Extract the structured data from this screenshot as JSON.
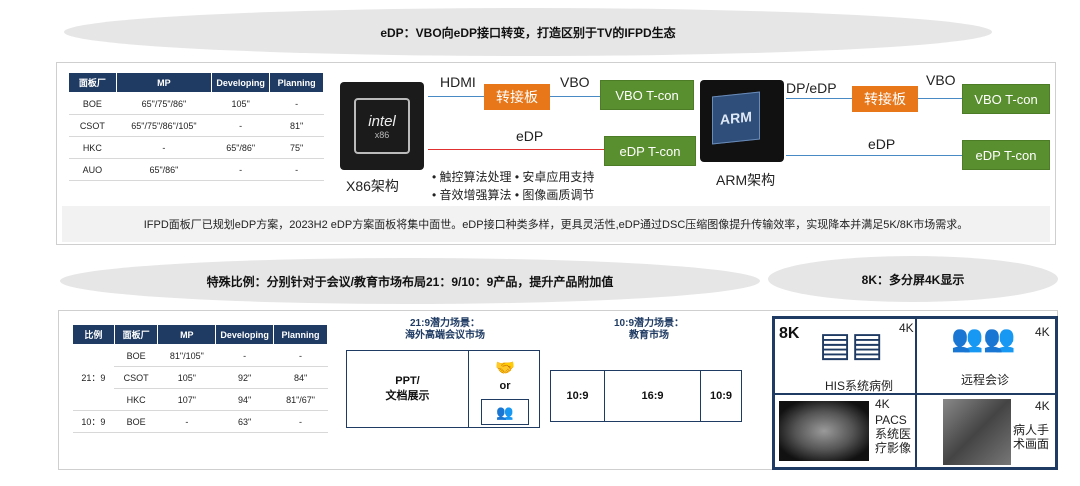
{
  "top_banner": "eDP：VBO向eDP接口转变，打造区别于TV的IFPD生态",
  "panel_table": {
    "headers": [
      "面板厂",
      "MP",
      "Developing",
      "Planning"
    ],
    "rows": [
      [
        "BOE",
        "65\"/75\"/86\"",
        "105\"",
        "-"
      ],
      [
        "CSOT",
        "65\"/75\"/86\"/105\"",
        "-",
        "81\""
      ],
      [
        "HKC",
        "-",
        "65\"/86\"",
        "75\""
      ],
      [
        "AUO",
        "65\"/86\"",
        "-",
        "-"
      ]
    ]
  },
  "diagram": {
    "x86_label": "X86架构",
    "intel_brand": "intel",
    "intel_sub": "x86",
    "hdmi": "HDMI",
    "adapter1": "转接板",
    "vbo1": "VBO",
    "vbo_tcon1": "VBO T-con",
    "edp1": "eDP",
    "edp_tcon1": "eDP T-con",
    "arm_label": "ARM架构",
    "arm_brand": "ARM",
    "dp_edp": "DP/eDP",
    "adapter2": "转接板",
    "vbo2": "VBO",
    "vbo_tcon2": "VBO T-con",
    "edp2": "eDP",
    "edp_tcon2": "eDP T-con",
    "bullets": [
      "•  触控算法处理  •  安卓应用支持",
      "•  音效增强算法  •  图像画质调节"
    ]
  },
  "summary": "IFPD面板厂已规划eDP方案，2023H2 eDP方案面板将集中面世。eDP接口种类多样，更具灵活性,eDP通过DSC压缩图像提升传输效率，实现降本并满足5K/8K市场需求。",
  "ratio_banner": "特殊比例：分别针对于会议/教育市场布局21：9/10：9产品，提升产品附加值",
  "k8_banner": "8K：多分屏4K显示",
  "ratio_table": {
    "headers": [
      "比例",
      "面板厂",
      "MP",
      "Developing",
      "Planning"
    ],
    "group1": "21：9",
    "group2": "10：9",
    "rows": [
      [
        "BOE",
        "81\"/105\"",
        "-",
        "-"
      ],
      [
        "CSOT",
        "105\"",
        "92\"",
        "84\""
      ],
      [
        "HKC",
        "107\"",
        "94\"",
        "81\"/67\""
      ],
      [
        "BOE",
        "-",
        "63\"",
        "-"
      ]
    ]
  },
  "scene21": {
    "title1": "21:9潜力场景：",
    "title2": "海外高端会议市场",
    "left1": "PPT/",
    "left2": "文档展示",
    "or": "or"
  },
  "scene10": {
    "title1": "10:9潜力场景：",
    "title2": "教育市场",
    "cells": [
      "10:9",
      "16:9",
      "10:9"
    ]
  },
  "k8": {
    "big": "8K",
    "q1_tag": "4K",
    "q1_label": "HIS系统病例",
    "q2_tag": "4K",
    "q2_label": "远程会诊",
    "q3_tag": "4K",
    "q3_l1": "PACS",
    "q3_l2": "系统医",
    "q3_l3": "疗影像",
    "q4_tag": "4K",
    "q4_l1": "病人手",
    "q4_l2": "术画面"
  }
}
